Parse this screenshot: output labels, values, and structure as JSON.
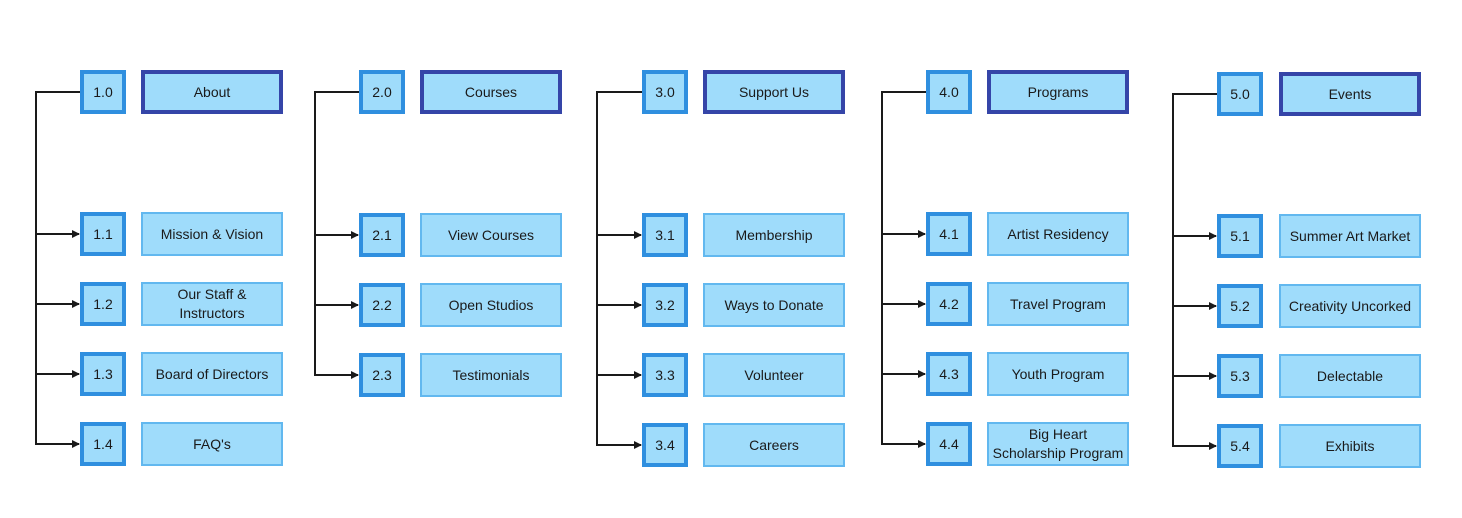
{
  "colors": {
    "box_fill": "#9fdcfb",
    "number_border": "#2f8fdf",
    "label_border": "#62b8ef",
    "section_border": "#3545a8",
    "connector": "#1a1a1a"
  },
  "sections": [
    {
      "number": "1.0",
      "title": "About",
      "items": [
        {
          "number": "1.1",
          "label": "Mission & Vision"
        },
        {
          "number": "1.2",
          "label": "Our Staff &\nInstructors"
        },
        {
          "number": "1.3",
          "label": "Board of Directors"
        },
        {
          "number": "1.4",
          "label": "FAQ's"
        }
      ]
    },
    {
      "number": "2.0",
      "title": "Courses",
      "items": [
        {
          "number": "2.1",
          "label": "View Courses"
        },
        {
          "number": "2.2",
          "label": "Open Studios"
        },
        {
          "number": "2.3",
          "label": "Testimonials"
        }
      ]
    },
    {
      "number": "3.0",
      "title": "Support Us",
      "items": [
        {
          "number": "3.1",
          "label": "Membership"
        },
        {
          "number": "3.2",
          "label": "Ways to Donate"
        },
        {
          "number": "3.3",
          "label": "Volunteer"
        },
        {
          "number": "3.4",
          "label": "Careers"
        }
      ]
    },
    {
      "number": "4.0",
      "title": "Programs",
      "items": [
        {
          "number": "4.1",
          "label": "Artist Residency"
        },
        {
          "number": "4.2",
          "label": "Travel Program"
        },
        {
          "number": "4.3",
          "label": "Youth Program"
        },
        {
          "number": "4.4",
          "label": "Big Heart\nScholarship Program"
        }
      ]
    },
    {
      "number": "5.0",
      "title": "Events",
      "items": [
        {
          "number": "5.1",
          "label": "Summer Art Market"
        },
        {
          "number": "5.2",
          "label": "Creativity Uncorked"
        },
        {
          "number": "5.3",
          "label": "Delectable"
        },
        {
          "number": "5.4",
          "label": "Exhibits"
        }
      ]
    }
  ]
}
